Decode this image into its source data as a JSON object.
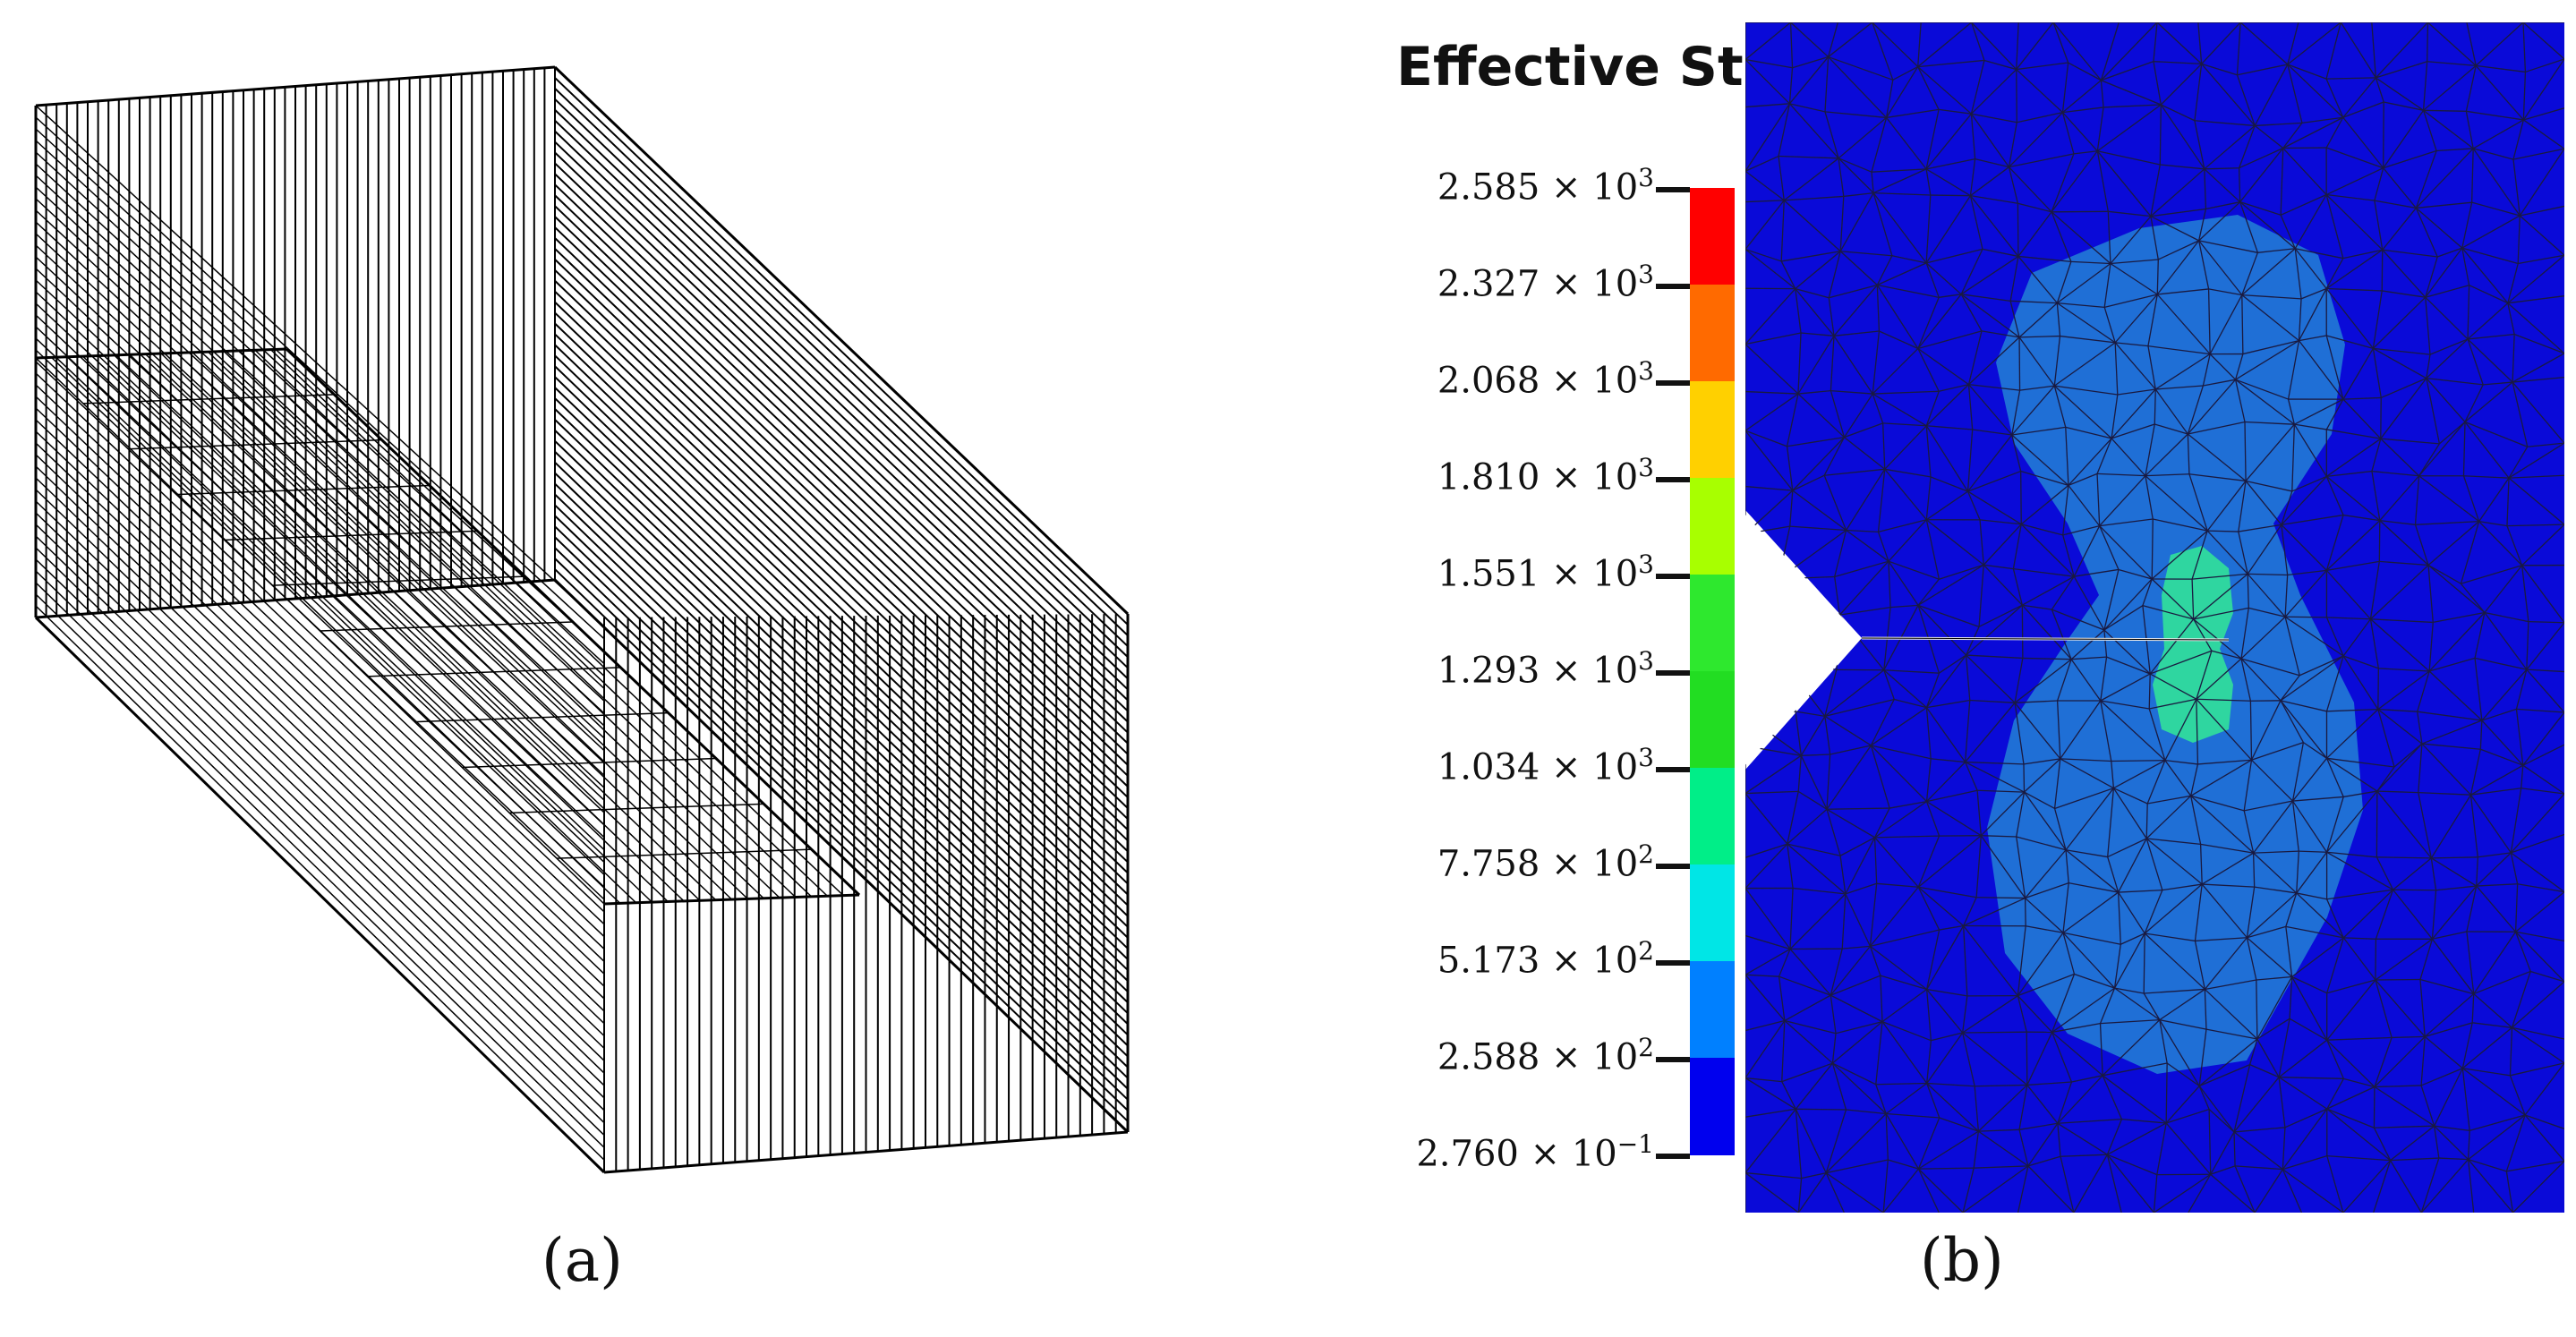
{
  "panel_a": {
    "caption": "(a)"
  },
  "panel_b": {
    "caption": "(b)",
    "legend_title": "Effective Stress von Mises",
    "colorbar_colors": [
      "#ff0000",
      "#ff6a00",
      "#ffd000",
      "#a8ff00",
      "#2ee82e",
      "#22dd22",
      "#00ee88",
      "#00e6e6",
      "#0080ff",
      "#0000ee"
    ],
    "ticks": [
      {
        "mantissa": "2.585",
        "exp": "3"
      },
      {
        "mantissa": "2.327",
        "exp": "3"
      },
      {
        "mantissa": "2.068",
        "exp": "3"
      },
      {
        "mantissa": "1.810",
        "exp": "3"
      },
      {
        "mantissa": "1.551",
        "exp": "3"
      },
      {
        "mantissa": "1.293",
        "exp": "3"
      },
      {
        "mantissa": "1.034",
        "exp": "3"
      },
      {
        "mantissa": "7.758",
        "exp": "2"
      },
      {
        "mantissa": "5.173",
        "exp": "2"
      },
      {
        "mantissa": "2.588",
        "exp": "2"
      },
      {
        "mantissa": "2.760",
        "exp": "−1"
      }
    ],
    "mesh_color": "#0a0ad8",
    "zone_color": "#1f6fd6",
    "hotspot_color": "#2fd6a0"
  }
}
